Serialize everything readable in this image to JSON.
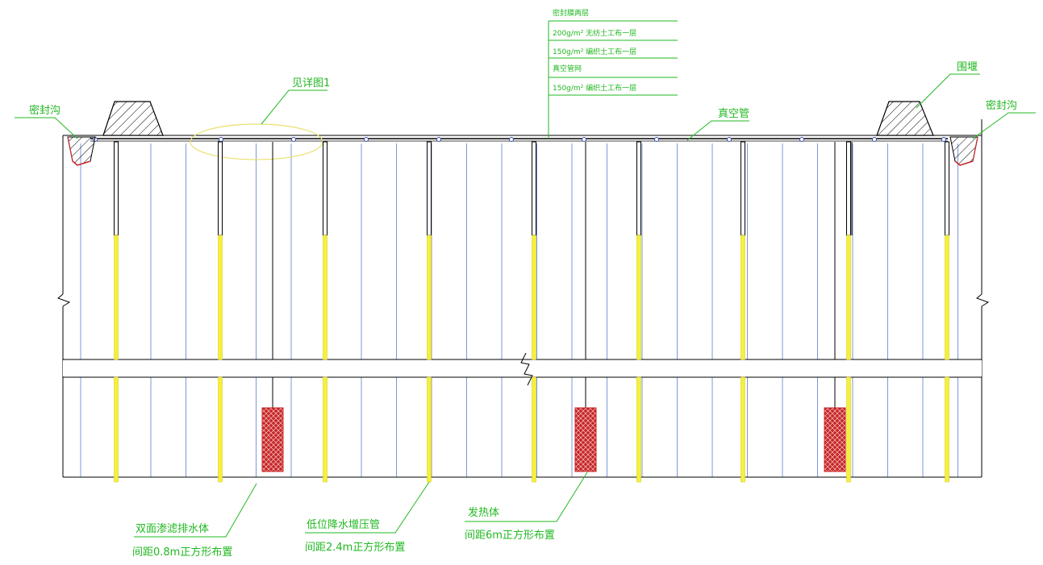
{
  "colors": {
    "background": "#ffffff",
    "lines": "#000000",
    "annotation": "#21b821",
    "vertical_drains": "#5a7fd1",
    "drain_pipes": "#f6f03a",
    "heater": "#c62828",
    "ellipse": "#e8e070"
  },
  "labels": {
    "seal_trench_left": "密封沟",
    "seal_trench_right": "密封沟",
    "see_detail": "见详图1",
    "cofferdam": "围堰",
    "vacuum_pipe": "真空管",
    "layers": [
      "密封膜两层",
      "200g/m² 无纺土工布一层",
      "150g/m² 编织土工布一层",
      "真空管网",
      "150g/m² 编织土工布一层"
    ],
    "drain_body_title": "双面渗滤排水体",
    "drain_body_spacing": "间距0.8m正方形布置",
    "pressure_pipe_title": "低位降水增压管",
    "pressure_pipe_spacing": "间距2.4m正方形布置",
    "heater_title": "发热体",
    "heater_spacing": "间距6m正方形布置"
  },
  "icons": {
    "embankment": "trapezoid-hatched",
    "seal_trench": "trench-hatched",
    "heater": "hatched-rectangle",
    "break": "zigzag-break"
  }
}
